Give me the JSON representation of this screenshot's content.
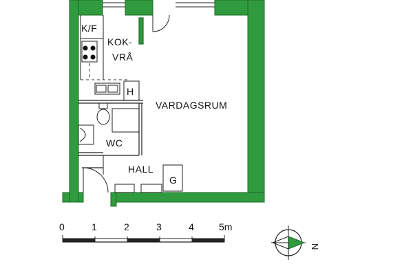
{
  "colors": {
    "wall": "#2f9b3e",
    "wall_edge": "#1e6a28",
    "line": "#222222",
    "background": "#ffffff"
  },
  "rooms": {
    "kf": "K/F",
    "kok_line1": "KOK-",
    "kok_line2": "VRÅ",
    "h": "H",
    "vardagsrum": "VARDAGSRUM",
    "wc": "WC",
    "hall": "HALL",
    "g": "G"
  },
  "scale": {
    "ticks": [
      "0",
      "1",
      "2",
      "3",
      "4",
      "5m"
    ]
  },
  "compass": {
    "direction": "N",
    "icon": "north-arrow-icon"
  }
}
